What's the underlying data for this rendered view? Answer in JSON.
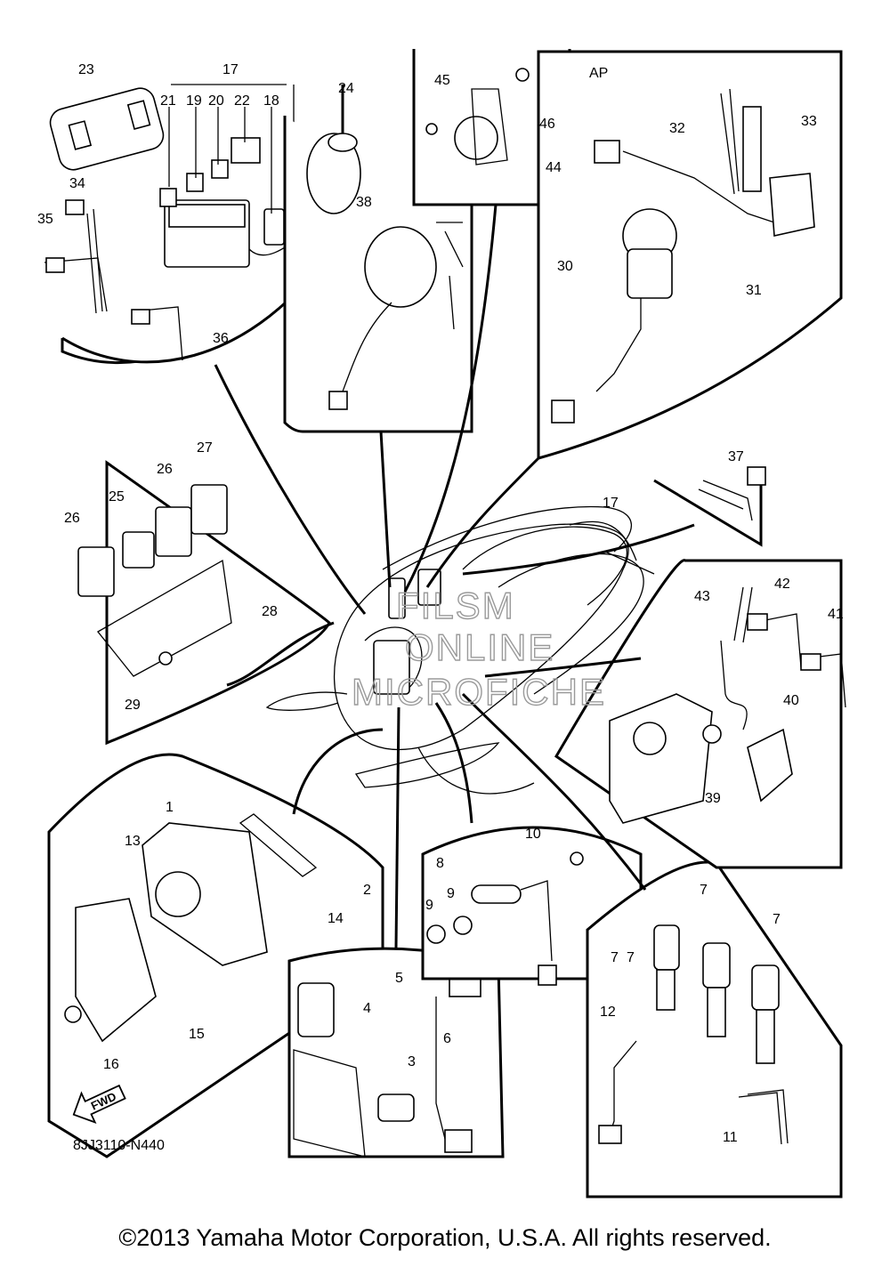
{
  "diagram": {
    "callouts": [
      "1",
      "2",
      "3",
      "4",
      "5",
      "6",
      "7",
      "7",
      "7",
      "7",
      "8",
      "9",
      "9",
      "10",
      "11",
      "12",
      "13",
      "14",
      "15",
      "16",
      "17",
      "17",
      "18",
      "19",
      "20",
      "21",
      "22",
      "23",
      "24",
      "25",
      "26",
      "26",
      "27",
      "28",
      "29",
      "30",
      "31",
      "32",
      "33",
      "34",
      "35",
      "36",
      "37",
      "38",
      "39",
      "40",
      "41",
      "42",
      "43",
      "44",
      "45",
      "46"
    ],
    "group_label": "AP",
    "reference_code": "8JJ3110-N440",
    "fwd_label": "FWD",
    "watermark": [
      "FILSM",
      "ONLINE",
      "MICROFICHE"
    ]
  },
  "footer": {
    "copyright": "©2013 Yamaha Motor Corporation, U.S.A. All rights reserved."
  }
}
